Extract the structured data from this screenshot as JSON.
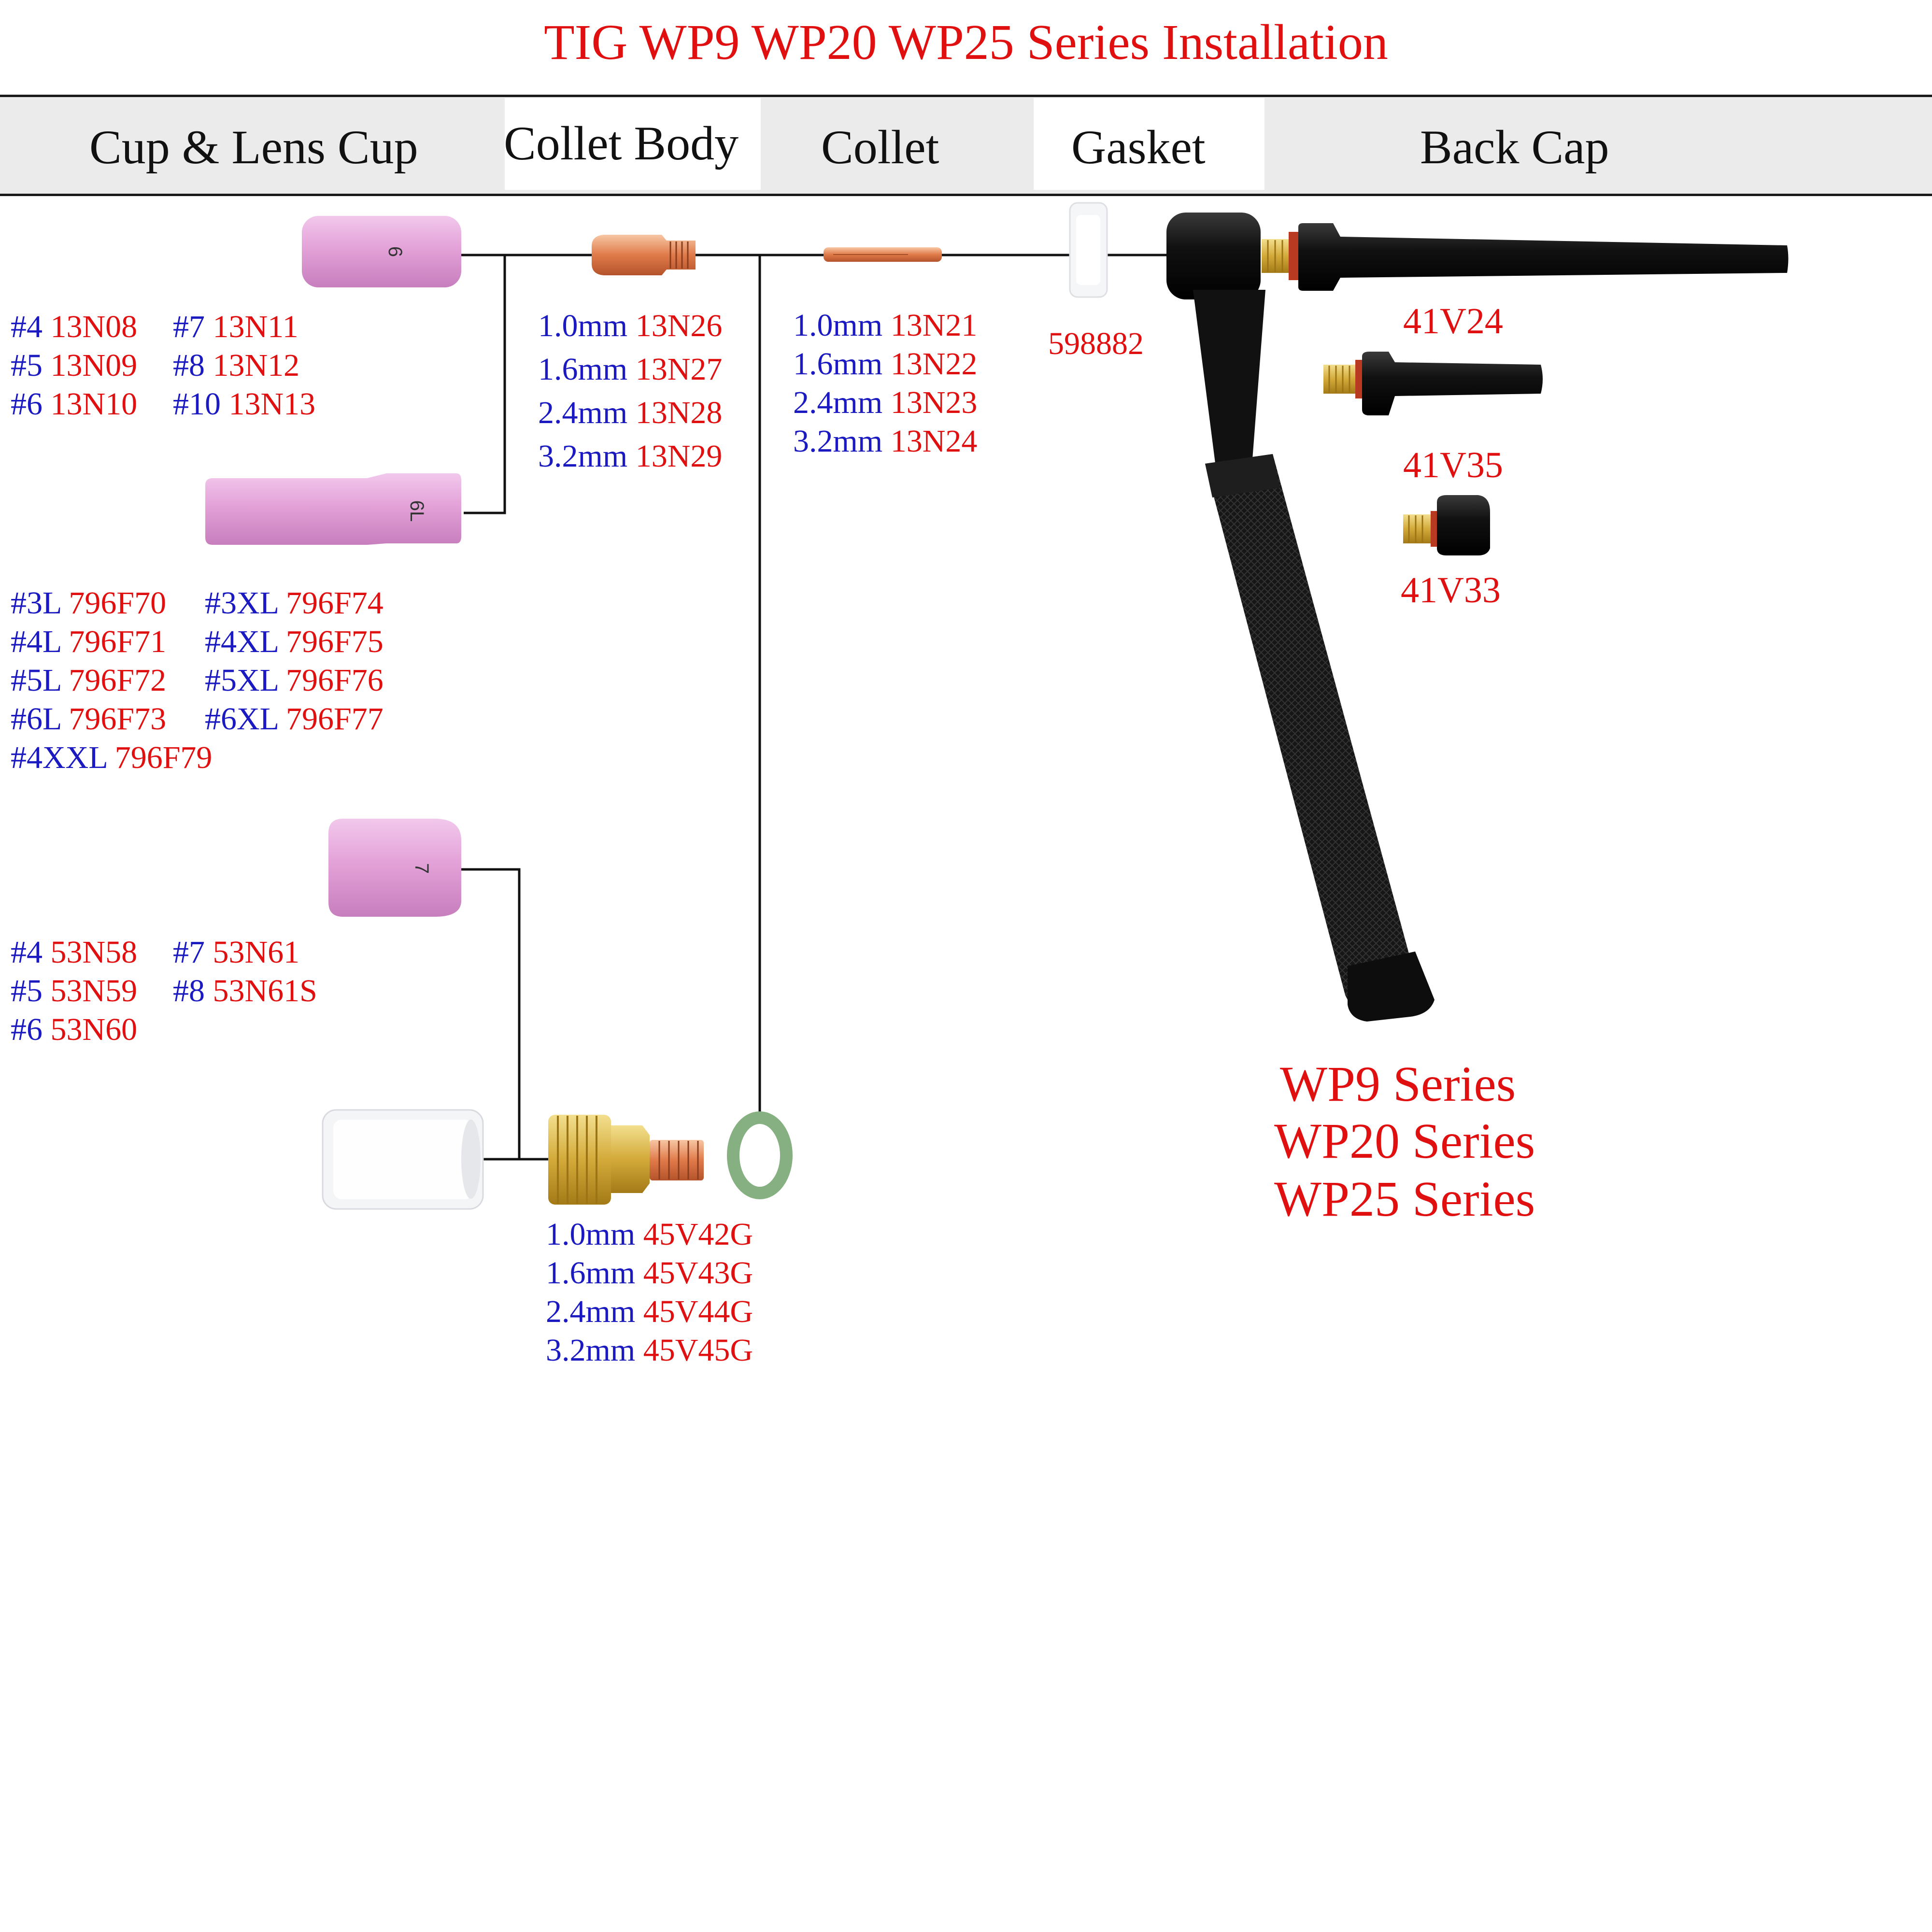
{
  "title": "TIG WP9 WP20 WP25 Series Installation",
  "headers": {
    "cup": "Cup & Lens Cup",
    "collet_body": "Collet Body",
    "collet": "Collet",
    "gasket": "Gasket",
    "back_cap": "Back Cap"
  },
  "cup_std": {
    "number": "6",
    "rows": [
      [
        {
          "k": "#4",
          "v": "13N08"
        },
        {
          "k": "#7",
          "v": "13N11"
        }
      ],
      [
        {
          "k": "#5",
          "v": "13N09"
        },
        {
          "k": "#8",
          "v": "13N12"
        }
      ],
      [
        {
          "k": "#6",
          "v": "13N10"
        },
        {
          "k": "#10",
          "v": "13N13"
        }
      ]
    ]
  },
  "cup_long": {
    "number": "6L",
    "rows": [
      [
        {
          "k": "#3L",
          "v": "796F70"
        },
        {
          "k": "#3XL",
          "v": "796F74"
        }
      ],
      [
        {
          "k": "#4L",
          "v": "796F71"
        },
        {
          "k": "#4XL",
          "v": "796F75"
        }
      ],
      [
        {
          "k": "#5L",
          "v": "796F72"
        },
        {
          "k": "#5XL",
          "v": "796F76"
        }
      ],
      [
        {
          "k": "#6L",
          "v": "796F73"
        },
        {
          "k": "#6XL",
          "v": "796F77"
        }
      ],
      [
        {
          "k": "#4XXL",
          "v": "796F79"
        }
      ]
    ]
  },
  "cup_lens": {
    "number": "7",
    "rows": [
      [
        {
          "k": "#4",
          "v": "53N58"
        },
        {
          "k": "#7",
          "v": "53N61"
        }
      ],
      [
        {
          "k": "#5",
          "v": "53N59"
        },
        {
          "k": "#8",
          "v": "53N61S"
        }
      ],
      [
        {
          "k": "#6",
          "v": "53N60"
        }
      ]
    ]
  },
  "collet_body_parts": [
    {
      "k": "1.0mm",
      "v": "13N26"
    },
    {
      "k": "1.6mm",
      "v": "13N27"
    },
    {
      "k": "2.4mm",
      "v": "13N28"
    },
    {
      "k": "3.2mm",
      "v": "13N29"
    }
  ],
  "collet_parts": [
    {
      "k": "1.0mm",
      "v": "13N21"
    },
    {
      "k": "1.6mm",
      "v": "13N22"
    },
    {
      "k": "2.4mm",
      "v": "13N23"
    },
    {
      "k": "3.2mm",
      "v": "13N24"
    }
  ],
  "gas_lens_parts": [
    {
      "k": "1.0mm",
      "v": "45V42G"
    },
    {
      "k": "1.6mm",
      "v": "45V43G"
    },
    {
      "k": "2.4mm",
      "v": "45V44G"
    },
    {
      "k": "3.2mm",
      "v": "45V45G"
    }
  ],
  "gasket_part": "598882",
  "back_caps": {
    "long": "41V24",
    "medium": "41V35",
    "short": "41V33"
  },
  "series": [
    "WP9 Series",
    "WP20 Series",
    "WP25 Series"
  ],
  "colors": {
    "code_blue": "#1a1ac0",
    "part_red": "#e01010",
    "cup_pink": "#e2a4d8"
  }
}
